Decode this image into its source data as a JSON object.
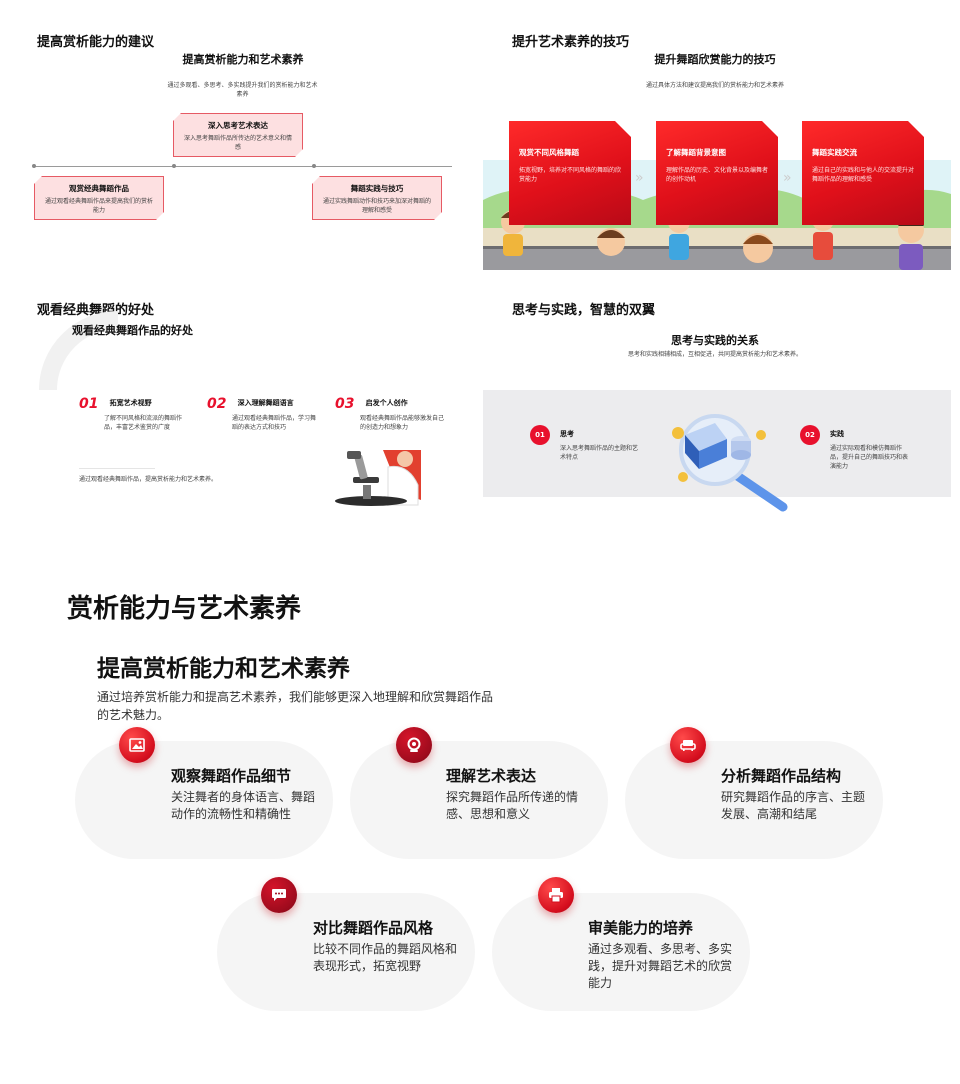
{
  "panel1": {
    "title": "提高赏析能力的建议",
    "heading": "提高赏析能力和艺术素养",
    "subtitle": "通过多观看、多思考、多实践提升我们的赏析能力和艺术素养",
    "items": [
      {
        "title": "深入思考艺术表达",
        "text": "深入思考舞蹈作品所传达的艺术意义和情感"
      },
      {
        "title": "观赏经典舞蹈作品",
        "text": "通过观看经典舞蹈作品来提高我们的赏析能力"
      },
      {
        "title": "舞蹈实践与技巧",
        "text": "通过实践舞蹈动作和技巧来加深对舞蹈的理解和感受"
      }
    ]
  },
  "panel2": {
    "title": "提升艺术素养的技巧",
    "heading": "提升舞蹈欣赏能力的技巧",
    "subtitle": "通过具体方法和建议提高我们的赏析能力和艺术素养",
    "cards": [
      {
        "title": "观赏不同风格舞蹈",
        "text": "拓宽视野，培养对不同风格的舞蹈的欣赏能力"
      },
      {
        "title": "了解舞蹈背景意图",
        "text": "理解作品的历史、文化背景以及编舞者的创作动机"
      },
      {
        "title": "舞蹈实践交流",
        "text": "通过自己的实践和与他人的交流提升对舞蹈作品的理解和感受"
      }
    ]
  },
  "panel3": {
    "title": "观看经典舞蹈的好处",
    "heading": "观看经典舞蹈作品的好处",
    "items": [
      {
        "num": "01",
        "title": "拓宽艺术视野",
        "text": "了解不同风格和流派的舞蹈作品，丰富艺术鉴赏的广度"
      },
      {
        "num": "02",
        "title": "深入理解舞蹈语言",
        "text": "通过观看经典舞蹈作品，学习舞蹈的表达方式和技巧"
      },
      {
        "num": "03",
        "title": "启发个人创作",
        "text": "观看经典舞蹈作品能够激发自己的创造力和想象力"
      }
    ],
    "footer": "通过观看经典舞蹈作品，提高赏析能力和艺术素养。"
  },
  "panel4": {
    "title": "思考与实践，智慧的双翼",
    "heading": "思考与实践的关系",
    "subtitle": "思考和实践相辅相成，互相促进，共同提高赏析能力和艺术素养。",
    "items": [
      {
        "num": "01",
        "title": "思考",
        "text": "深入思考舞蹈作品的主题和艺术特点"
      },
      {
        "num": "02",
        "title": "实践",
        "text": "通过实际观看和模仿舞蹈作品，提升自己的舞蹈技巧和表演能力"
      }
    ]
  },
  "main": {
    "title": "赏析能力与艺术素养",
    "heading": "提高赏析能力和艺术素养",
    "intro": "通过培养赏析能力和提高艺术素养，我们能够更深入地理解和欣赏舞蹈作品的艺术魅力。",
    "cards": [
      {
        "title": "观察舞蹈作品细节",
        "text": "关注舞者的身体语言、舞蹈动作的流畅性和精确性",
        "icon": "image-icon"
      },
      {
        "title": "理解艺术表达",
        "text": "探究舞蹈作品所传递的情感、思想和意义",
        "icon": "location-pin-icon"
      },
      {
        "title": "分析舞蹈作品结构",
        "text": "研究舞蹈作品的序言、主题发展、高潮和结尾",
        "icon": "sofa-icon"
      },
      {
        "title": "对比舞蹈作品风格",
        "text": "比较不同作品的舞蹈风格和表现形式，拓宽视野",
        "icon": "chat-bubble-icon"
      },
      {
        "title": "审美能力的培养",
        "text": "通过多观看、多思考、多实践，提升对舞蹈艺术的欣赏能力",
        "icon": "printer-icon"
      }
    ]
  }
}
